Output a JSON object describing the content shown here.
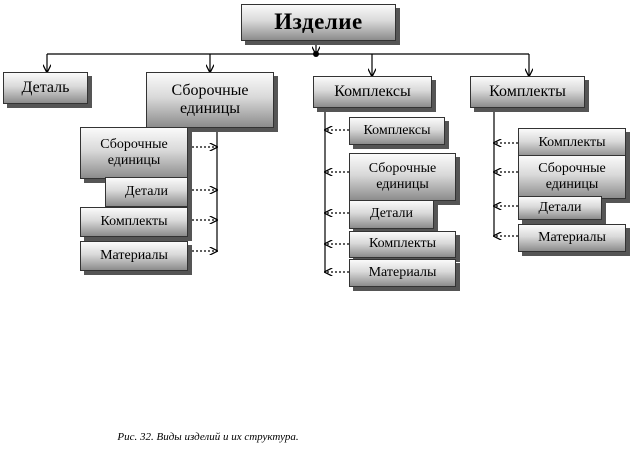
{
  "root": {
    "label": "Изделие"
  },
  "level1": {
    "detail": "Деталь",
    "assembly": "Сборочные единицы",
    "complexes": "Комплексы",
    "kits": "Комплекты"
  },
  "assembly_children": [
    "Сборочные единицы",
    "Детали",
    "Комплекты",
    "Материалы"
  ],
  "complexes_children": [
    "Комплексы",
    "Сборочные единицы",
    "Детали",
    "Комплекты",
    "Материалы"
  ],
  "kits_children": [
    "Комплекты",
    "Сборочные единицы",
    "Детали",
    "Материалы"
  ],
  "caption": "Рис. 32.  Виды изделий и их структура.",
  "colors": {
    "line": "#000000",
    "box_border": "#333333",
    "shadow": "#555555"
  }
}
